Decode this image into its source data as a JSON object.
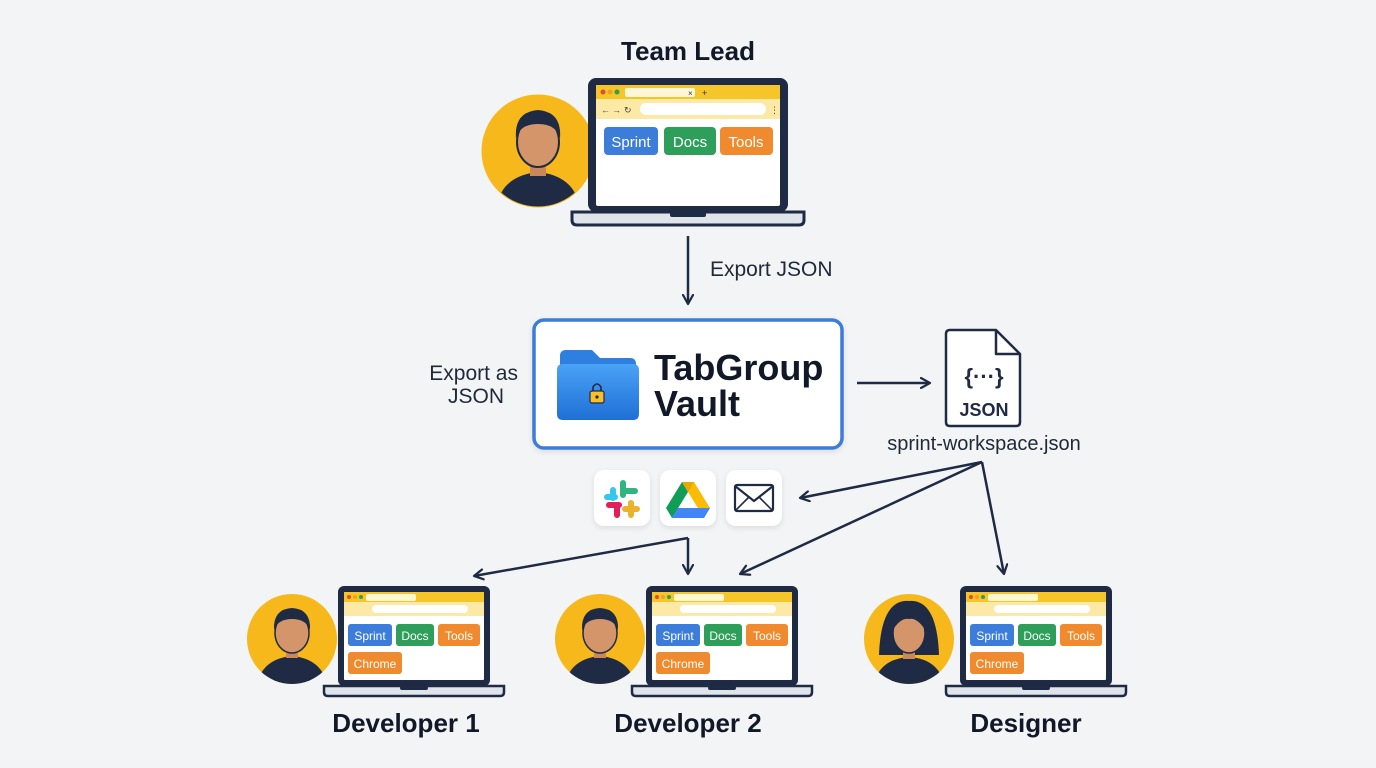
{
  "team_lead": {
    "title": "Team Lead",
    "tabs": [
      "Sprint",
      "Docs",
      "Tools"
    ]
  },
  "edges": {
    "export_json": "Export JSON",
    "export_as_line1": "Export as",
    "export_as_line2": "JSON"
  },
  "vault": {
    "name_line1": "TabGroup",
    "name_line2": "Vault",
    "icon": "folder-lock-icon"
  },
  "json_file": {
    "badge": "JSON",
    "braces": "{···}",
    "filename": "sprint-workspace.json"
  },
  "share_icons": [
    "slack-icon",
    "google-drive-icon",
    "email-icon"
  ],
  "recipients": [
    {
      "title": "Developer 1",
      "tabs": [
        "Sprint",
        "Docs",
        "Tools",
        "Chrome"
      ],
      "avatar": "male"
    },
    {
      "title": "Developer 2",
      "tabs": [
        "Sprint",
        "Docs",
        "Tools",
        "Chrome"
      ],
      "avatar": "male"
    },
    {
      "title": "Designer",
      "tabs": [
        "Sprint",
        "Docs",
        "Tools",
        "Chrome"
      ],
      "avatar": "female"
    }
  ],
  "colors": {
    "background": "#f3f4f6",
    "vault_border": "#3b7dd8",
    "sprint": "#3b7dd8",
    "docs": "#2e9e5b",
    "tools": "#ef8a2e",
    "chrome": "#ef8a2e",
    "avatar_bg": "#f6b81a",
    "arrow": "#1f2a44"
  }
}
